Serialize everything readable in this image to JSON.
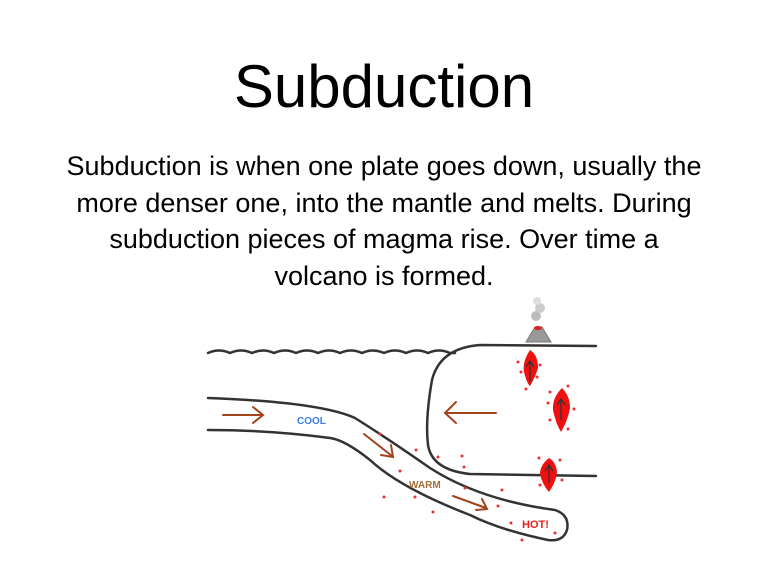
{
  "slide": {
    "title": "Subduction",
    "body": "Subduction is when one plate goes down, usually the more denser one, into the mantle and melts. During subduction pieces of magma rise. Over time a volcano is formed."
  },
  "diagram": {
    "labels": {
      "cool": "COOL",
      "warm": "WARM",
      "hot": "HOT!"
    },
    "colors": {
      "cool": "#3b7be0",
      "warm": "#a5703a",
      "hot": "#e8201c",
      "arrow": "#a0441c",
      "magma": "#f01010"
    }
  }
}
